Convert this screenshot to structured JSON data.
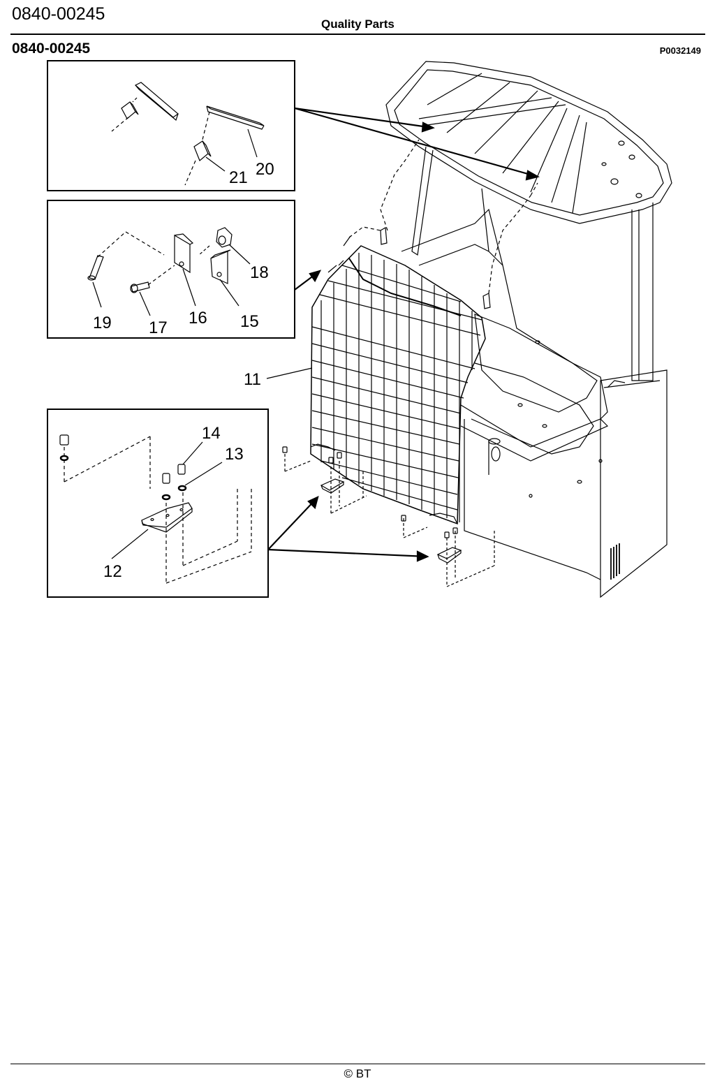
{
  "header": {
    "doc_code": "0840-00245",
    "title": "Quality Parts"
  },
  "section": {
    "code": "0840-00245",
    "figure_id": "P0032149"
  },
  "callouts": {
    "c11": "11",
    "c12": "12",
    "c13": "13",
    "c14": "14",
    "c15": "15",
    "c16": "16",
    "c17": "17",
    "c18": "18",
    "c19": "19",
    "c20": "20",
    "c21": "21"
  },
  "footer": {
    "copyright": "© BT"
  }
}
